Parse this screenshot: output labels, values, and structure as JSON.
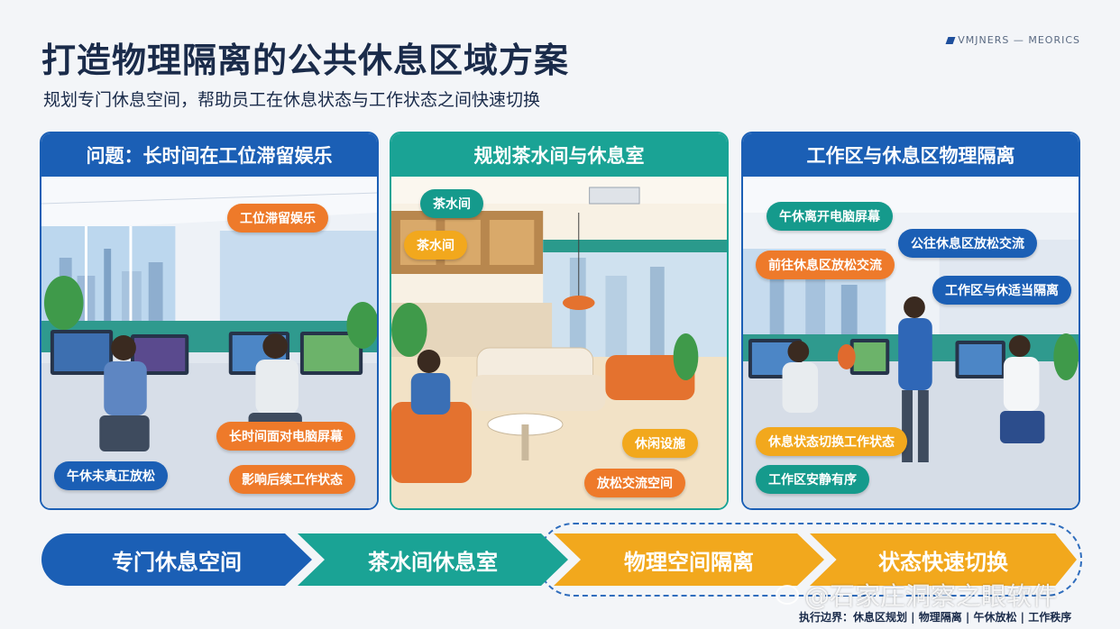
{
  "header": {
    "title": "打造物理隔离的公共休息区域方案",
    "subtitle": "规划专门休息空间，帮助员工在休息状态与工作状态之间快速切换",
    "brand": "VMJNERS — MEORICS"
  },
  "panels": [
    {
      "title": "问题：长时间在工位滞留娱乐",
      "tags": [
        "工位滞留娱乐",
        "长时间面对电脑屏幕",
        "午休未真正放松",
        "影响后续工作状态"
      ]
    },
    {
      "title": "规划茶水间与休息室",
      "tags": [
        "茶水间",
        "茶水间",
        "休闲设施",
        "放松交流空间"
      ]
    },
    {
      "title": "工作区与休息区物理隔离",
      "tags": [
        "午休离开电脑屏幕",
        "公往休息区放松交流",
        "前往休息区放松交流",
        "工作区与休适当隔离",
        "休息状态切换工作状态",
        "工作区安静有序"
      ]
    }
  ],
  "flow": [
    "专门休息空间",
    "茶水间休息室",
    "物理空间隔离",
    "状态快速切换"
  ],
  "watermark": "@石家庄洞察之眼软件",
  "scope": "执行边界：休息区规划 | 物理隔离 | 午休放松 | 工作秩序",
  "colors": {
    "blue": "#1b5fb5",
    "teal": "#1aa395",
    "orange": "#ee7a2a",
    "amber": "#f2a81d",
    "navy": "#1a2b4a"
  }
}
